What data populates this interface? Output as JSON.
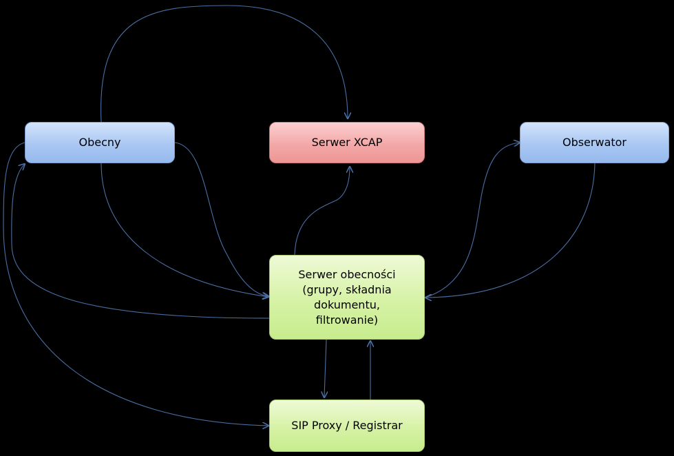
{
  "nodes": {
    "obecny": {
      "label": "Obecny"
    },
    "xcap": {
      "label": "Serwer XCAP"
    },
    "obserwator": {
      "label": "Obserwator"
    },
    "presence_server": {
      "label": "Serwer obecności\n(grupy, składnia\ndokumentu,\nfiltrowanie)"
    },
    "sip_proxy": {
      "label": "SIP Proxy / Registrar"
    }
  },
  "edges": [
    {
      "from": "obecny",
      "to": "xcap"
    },
    {
      "from": "obecny",
      "to": "presence_server"
    },
    {
      "from": "obecny",
      "to": "presence_server"
    },
    {
      "from": "presence_server",
      "to": "obecny"
    },
    {
      "from": "obecny",
      "to": "sip_proxy"
    },
    {
      "from": "presence_server",
      "to": "xcap"
    },
    {
      "from": "presence_server",
      "to": "obserwator"
    },
    {
      "from": "obserwator",
      "to": "presence_server"
    },
    {
      "from": "presence_server",
      "to": "sip_proxy"
    },
    {
      "from": "sip_proxy",
      "to": "presence_server"
    }
  ],
  "colors": {
    "background": "#000000",
    "connector": "#4a6fa5",
    "blue_node": "#a9c7f2",
    "red_node": "#f3a8a8",
    "green_node": "#d6f2a5"
  }
}
